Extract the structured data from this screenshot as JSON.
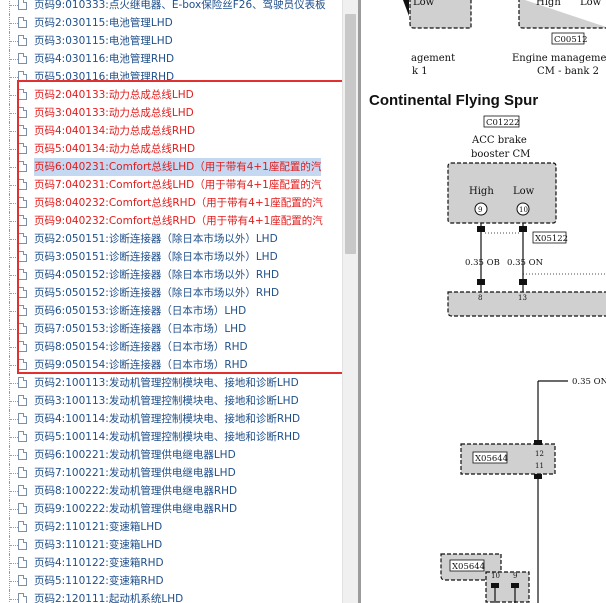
{
  "tree": {
    "items": [
      {
        "label": "页码9:010333:点火继电器、E-box保险丝F26、驾驶员仪表板",
        "color": "blue",
        "selected": false
      },
      {
        "label": "页码2:030115:电池管理LHD",
        "color": "blue",
        "selected": false
      },
      {
        "label": "页码3:030115:电池管理LHD",
        "color": "blue",
        "selected": false
      },
      {
        "label": "页码4:030116:电池管理RHD",
        "color": "blue",
        "selected": false
      },
      {
        "label": "页码5:030116:电池管理RHD",
        "color": "blue",
        "selected": false
      },
      {
        "label": "页码2:040133:动力总成总线LHD",
        "color": "red",
        "selected": false
      },
      {
        "label": "页码3:040133:动力总成总线LHD",
        "color": "red",
        "selected": false
      },
      {
        "label": "页码4:040134:动力总成总线RHD",
        "color": "red",
        "selected": false
      },
      {
        "label": "页码5:040134:动力总成总线RHD",
        "color": "red",
        "selected": false
      },
      {
        "label": "页码6:040231:Comfort总线LHD（用于带有4+1座配置的汽",
        "color": "red",
        "selected": true
      },
      {
        "label": "页码7:040231:Comfort总线LHD（用于带有4+1座配置的汽",
        "color": "red",
        "selected": false
      },
      {
        "label": "页码8:040232:Comfort总线RHD（用于带有4+1座配置的汽",
        "color": "red",
        "selected": false
      },
      {
        "label": "页码9:040232:Comfort总线RHD（用于带有4+1座配置的汽",
        "color": "red",
        "selected": false
      },
      {
        "label": "页码2:050151:诊断连接器（除日本市场以外）LHD",
        "color": "blue",
        "selected": false
      },
      {
        "label": "页码3:050151:诊断连接器（除日本市场以外）LHD",
        "color": "blue",
        "selected": false
      },
      {
        "label": "页码4:050152:诊断连接器（除日本市场以外）RHD",
        "color": "blue",
        "selected": false
      },
      {
        "label": "页码5:050152:诊断连接器（除日本市场以外）RHD",
        "color": "blue",
        "selected": false
      },
      {
        "label": "页码6:050153:诊断连接器（日本市场）LHD",
        "color": "blue",
        "selected": false
      },
      {
        "label": "页码7:050153:诊断连接器（日本市场）LHD",
        "color": "blue",
        "selected": false
      },
      {
        "label": "页码8:050154:诊断连接器（日本市场）RHD",
        "color": "blue",
        "selected": false
      },
      {
        "label": "页码9:050154:诊断连接器（日本市场）RHD",
        "color": "blue",
        "selected": false
      },
      {
        "label": "页码2:100113:发动机管理控制模块电、接地和诊断LHD",
        "color": "blue",
        "selected": false
      },
      {
        "label": "页码3:100113:发动机管理控制模块电、接地和诊断LHD",
        "color": "blue",
        "selected": false
      },
      {
        "label": "页码4:100114:发动机管理控制模块电、接地和诊断RHD",
        "color": "blue",
        "selected": false
      },
      {
        "label": "页码5:100114:发动机管理控制模块电、接地和诊断RHD",
        "color": "blue",
        "selected": false
      },
      {
        "label": "页码6:100221:发动机管理供电继电器LHD",
        "color": "blue",
        "selected": false
      },
      {
        "label": "页码7:100221:发动机管理供电继电器LHD",
        "color": "blue",
        "selected": false
      },
      {
        "label": "页码8:100222:发动机管理供电继电器RHD",
        "color": "blue",
        "selected": false
      },
      {
        "label": "页码9:100222:发动机管理供电继电器RHD",
        "color": "blue",
        "selected": false
      },
      {
        "label": "页码2:110121:变速箱LHD",
        "color": "blue",
        "selected": false
      },
      {
        "label": "页码3:110121:变速箱LHD",
        "color": "blue",
        "selected": false
      },
      {
        "label": "页码4:110122:变速箱RHD",
        "color": "blue",
        "selected": false
      },
      {
        "label": "页码5:110122:变速箱RHD",
        "color": "blue",
        "selected": false
      },
      {
        "label": "页码2:120111:起动机系统LHD",
        "color": "blue",
        "selected": false
      }
    ]
  },
  "colors": {
    "blue_text": "#1f4f8a",
    "red_text": "#e31a1a",
    "highlight": "#c4d8f2",
    "red_box": "#e03030"
  },
  "diagram": {
    "top": {
      "left_box_low": "Low",
      "right_box_high": "High",
      "right_box_low": "Low",
      "connector": "C00512",
      "left_caption_1": "agement",
      "left_caption_2": "k  1",
      "right_caption_1": "Engine  managemer",
      "right_caption_2": "CM - bank  2"
    },
    "title": "Continental Flying Spur",
    "acc": {
      "connector": "C01222",
      "label_1": "ACC brake",
      "label_2": "booster   CM",
      "high": "High",
      "low": "Low",
      "pin_high": "9",
      "pin_low": "10",
      "splice": "X05122",
      "wire_1": "0.35  OB",
      "wire_2": "0.35  ON",
      "pin_a": "8",
      "pin_b": "13"
    },
    "lower": {
      "wire": "0.35  ON",
      "connector_1": "X05644",
      "pin_1a": "12",
      "pin_1b": "11",
      "connector_2": "X05644",
      "pin_2a": "10",
      "pin_2b": "9"
    }
  }
}
